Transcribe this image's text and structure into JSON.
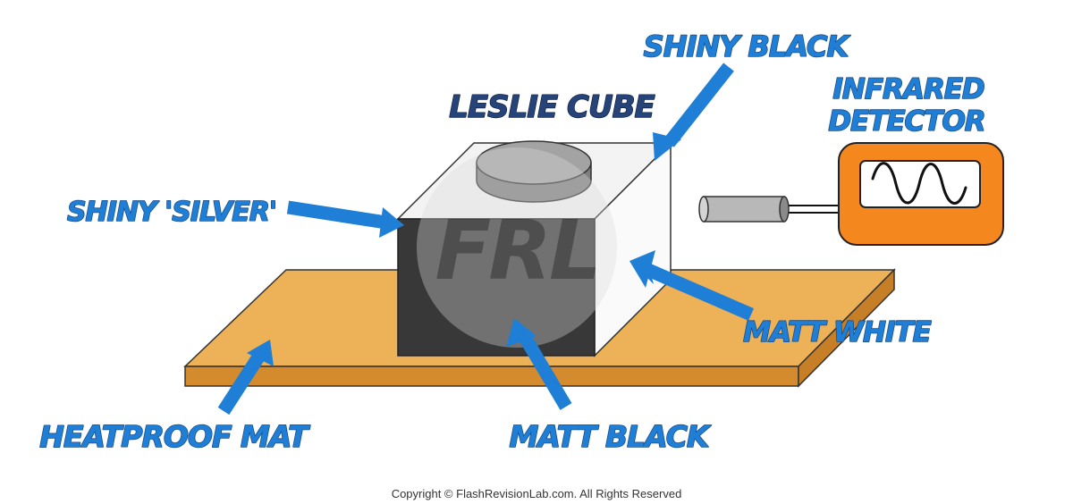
{
  "labels": {
    "title": "LESLIE CUBE",
    "shiny_black": "SHINY BLACK",
    "shiny_silver": "SHINY 'SILVER'",
    "matt_white": "MATT WHITE",
    "matt_black": "MATT BLACK",
    "heatproof_mat": "HEATPROOF MAT",
    "detector_line1": "INFRARED",
    "detector_line2": "DETECTOR"
  },
  "watermark": "FRL",
  "copyright": "Copyright © FlashRevisionLab.com. All Rights Reserved",
  "colors": {
    "mat_top": "#edb158",
    "mat_side": "#d48b2e",
    "cube_top": "#f3f3f3",
    "cube_front": "#383838",
    "cube_side": "#fafafa",
    "lid": "#9a9a9a",
    "detector_body": "#f5871f",
    "arrow": "#1f7fd6",
    "label_text": "#1f7fd6",
    "title_text": "#27447a"
  }
}
